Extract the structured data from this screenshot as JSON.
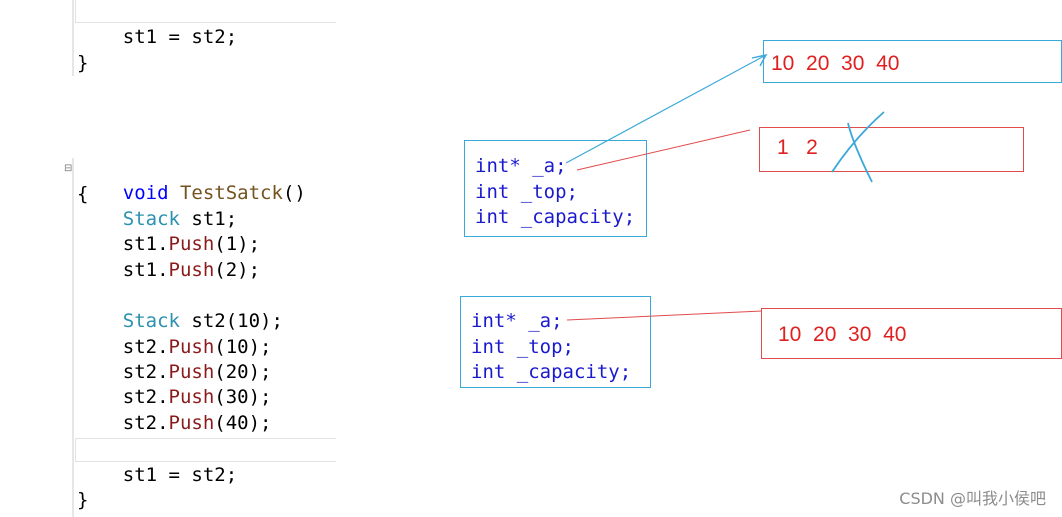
{
  "code_top": {
    "line1": "    st1 = st2;",
    "line2": "}"
  },
  "code_main": {
    "signature_kw": "void",
    "signature_fn": "TestSatck",
    "signature_tail": "()",
    "open_brace": "{",
    "stack_type": "Stack",
    "decl1_var": " st1;",
    "push_st1": [
      {
        "obj": "st1.",
        "method": "Push",
        "args": "(1);"
      },
      {
        "obj": "st1.",
        "method": "Push",
        "args": "(2);"
      }
    ],
    "decl2_var": " st2(10);",
    "push_st2": [
      {
        "obj": "st2.",
        "method": "Push",
        "args": "(10);"
      },
      {
        "obj": "st2.",
        "method": "Push",
        "args": "(20);"
      },
      {
        "obj": "st2.",
        "method": "Push",
        "args": "(30);"
      },
      {
        "obj": "st2.",
        "method": "Push",
        "args": "(40);"
      }
    ],
    "assign": "st1 = st2;",
    "close_brace": "}"
  },
  "struct_st1": {
    "fields": [
      "int* _a;",
      "int _top;",
      "int _capacity;"
    ]
  },
  "struct_st2": {
    "fields": [
      "int* _a;",
      "int _top;",
      "int _capacity;"
    ]
  },
  "heap": {
    "shared_values": "10  20  30  40",
    "old_st1_values": "1   2",
    "st2_values": "10  20  30  40"
  },
  "colors": {
    "blue_arrow": "#3aa8d8",
    "red_line": "#e04b4b",
    "values": "#e02020"
  },
  "watermark": "CSDN @叫我小侯吧"
}
